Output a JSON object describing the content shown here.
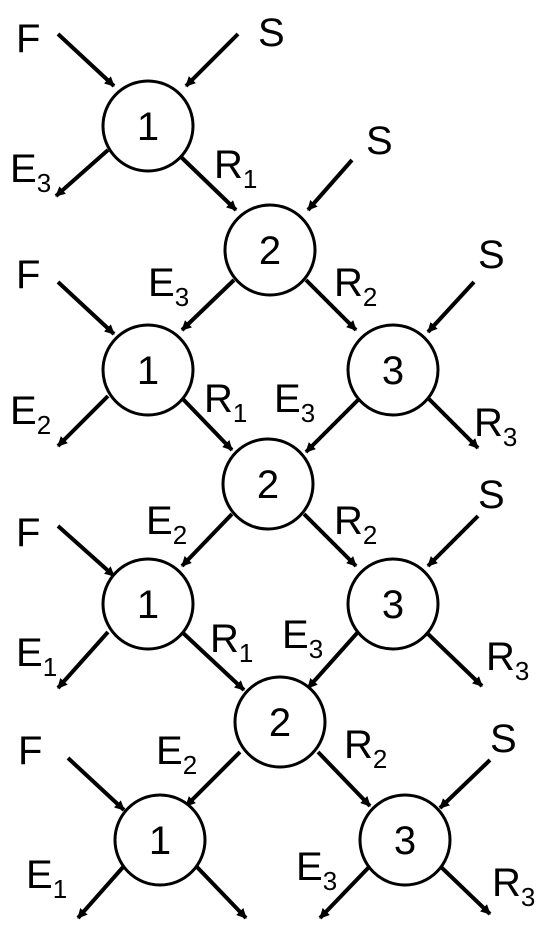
{
  "nodes": [
    {
      "id": "n1a",
      "text": "1"
    },
    {
      "id": "n2a",
      "text": "2"
    },
    {
      "id": "n1b",
      "text": "1"
    },
    {
      "id": "n3a",
      "text": "3"
    },
    {
      "id": "n2b",
      "text": "2"
    },
    {
      "id": "n1c",
      "text": "1"
    },
    {
      "id": "n3b",
      "text": "3"
    },
    {
      "id": "n2c",
      "text": "2"
    },
    {
      "id": "n1d",
      "text": "1"
    },
    {
      "id": "n3c",
      "text": "3"
    }
  ],
  "labels": [
    {
      "id": "lF1",
      "main": "F",
      "sub": ""
    },
    {
      "id": "lS1",
      "main": "S",
      "sub": ""
    },
    {
      "id": "lE3a",
      "main": "E",
      "sub": "3"
    },
    {
      "id": "lR1a",
      "main": "R",
      "sub": "1"
    },
    {
      "id": "lS2",
      "main": "S",
      "sub": ""
    },
    {
      "id": "lF2",
      "main": "F",
      "sub": ""
    },
    {
      "id": "lE3b",
      "main": "E",
      "sub": "3"
    },
    {
      "id": "lR2a",
      "main": "R",
      "sub": "2"
    },
    {
      "id": "lS3",
      "main": "S",
      "sub": ""
    },
    {
      "id": "lE2a",
      "main": "E",
      "sub": "2"
    },
    {
      "id": "lR1b",
      "main": "R",
      "sub": "1"
    },
    {
      "id": "lE3c",
      "main": "E",
      "sub": "3"
    },
    {
      "id": "lR3a",
      "main": "R",
      "sub": "3"
    },
    {
      "id": "lF3",
      "main": "F",
      "sub": ""
    },
    {
      "id": "lE2b",
      "main": "E",
      "sub": "2"
    },
    {
      "id": "lR2b",
      "main": "R",
      "sub": "2"
    },
    {
      "id": "lS4",
      "main": "S",
      "sub": ""
    },
    {
      "id": "lE1a",
      "main": "E",
      "sub": "1"
    },
    {
      "id": "lR1c",
      "main": "R",
      "sub": "1"
    },
    {
      "id": "lE3d",
      "main": "E",
      "sub": "3"
    },
    {
      "id": "lR3b",
      "main": "R",
      "sub": "3"
    },
    {
      "id": "lF4",
      "main": "F",
      "sub": ""
    },
    {
      "id": "lE2c",
      "main": "E",
      "sub": "2"
    },
    {
      "id": "lR2c",
      "main": "R",
      "sub": "2"
    },
    {
      "id": "lS5",
      "main": "S",
      "sub": ""
    },
    {
      "id": "lE1b",
      "main": "E",
      "sub": "1"
    },
    {
      "id": "lE3e",
      "main": "E",
      "sub": "3"
    },
    {
      "id": "lR3c",
      "main": "R",
      "sub": "3"
    }
  ]
}
